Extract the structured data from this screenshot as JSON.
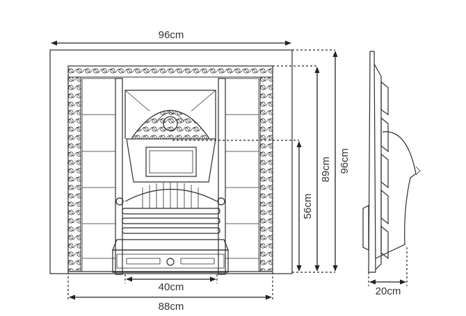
{
  "dimensions": {
    "top_width": "96cm",
    "total_height": "96cm",
    "inner_height": "89cm",
    "grate_height": "56cm",
    "grate_width": "40cm",
    "base_width": "88cm",
    "depth": "20cm"
  },
  "colors": {
    "ink": "#2b2b2b",
    "dimension_text": "#333333",
    "background": "#ffffff"
  }
}
